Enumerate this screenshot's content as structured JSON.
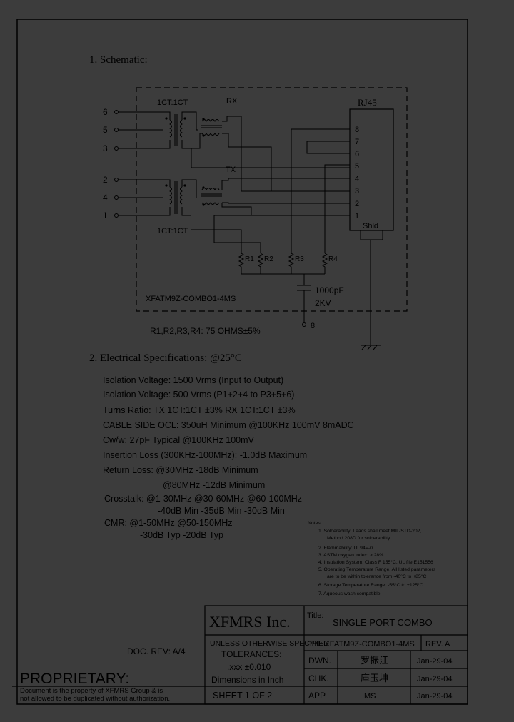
{
  "section1": {
    "title": "1. Schematic:"
  },
  "schematic": {
    "rx_label": "RX",
    "tx_label": "TX",
    "ratio_top": "1CT:1CT",
    "ratio_bottom": "1CT:1CT",
    "rj45_label": "RJ45",
    "shield_label": "Shld",
    "left_pins": [
      "6",
      "5",
      "3",
      "2",
      "4",
      "1"
    ],
    "rj45_pins": [
      "8",
      "7",
      "6",
      "5",
      "4",
      "3",
      "2",
      "1"
    ],
    "resistors": [
      "R1",
      "R2",
      "R3",
      "R4"
    ],
    "cap_value": "1000pF",
    "cap_voltage": "2KV",
    "part_in_box": "XFATM9Z-COMBO1-4MS",
    "node_label": "8",
    "resistor_note": "R1,R2,R3,R4: 75 OHMS±5%"
  },
  "section2": {
    "title": "2. Electrical Specifications: @25°C"
  },
  "specs": [
    "Isolation Voltage:  1500 Vrms (Input to Output)",
    "Isolation Voltage:  500 Vrms (P1+2+4 to P3+5+6)",
    "Turns Ratio: TX 1CT:1CT ±3% RX 1CT:1CT ±3%",
    "CABLE SIDE OCL: 350uH Minimum @100KHz 100mV 8mADC",
    "Cw/w: 27pF Typical @100KHz 100mV",
    "Insertion Loss (300KHz-100MHz): -1.0dB Maximum",
    "Return Loss: @30MHz   -18dB Minimum",
    "@80MHz   -12dB Minimum",
    "Crosstalk: @1-30MHz   @30-60MHz   @60-100MHz",
    "-40dB Min     -35dB Min    -30dB Min",
    "CMR: @1-50MHz    @50-150MHz",
    "-30dB Typ    -20dB Typ"
  ],
  "notes": {
    "title": "Notes:",
    "lines": [
      "1. Solderability: Leads shall meet MIL-STD-202,",
      "Method 208D for solderability.",
      "2. Flammability: UL94V-0",
      "3. ASTM oxygen index: > 28%",
      "4. Insulation System: Class F 155°C, UL file E151556",
      "5. Operating Temperature Range. All listed parameters",
      "are to be within tolerance from -40°C to +85°C",
      "6. Storage Temperature Range: -55°C to +125°C",
      "7. Aqueous wash compatible"
    ]
  },
  "doc_rev": "DOC. REV: A/4",
  "proprietary": {
    "title": "PROPRIETARY:",
    "line1": "Document is the property of XFMRS Group & is",
    "line2": "not allowed to be duplicated without authorization."
  },
  "title_block": {
    "company": "XFMRS Inc.",
    "title_label": "Title:",
    "title_value": "SINGLE PORT COMBO",
    "tol_line1": "UNLESS OTHERWISE SPECIFIED",
    "tol_line2": "TOLERANCES:",
    "tol_line3": ".xxx ±0.010",
    "tol_line4": "Dimensions in Inch",
    "pn": "P/N: XFATM9Z-COMBO1-4MS",
    "rev": "REV. A",
    "dwn_label": "DWN.",
    "dwn_sig": "罗振江",
    "dwn_date": "Jan-29-04",
    "chk_label": "CHK.",
    "chk_sig": "庫玉坤",
    "chk_date": "Jan-29-04",
    "app_label": "APP",
    "app_sig": "MS",
    "app_date": "Jan-29-04",
    "sheet": "SHEET  1  OF  2"
  }
}
